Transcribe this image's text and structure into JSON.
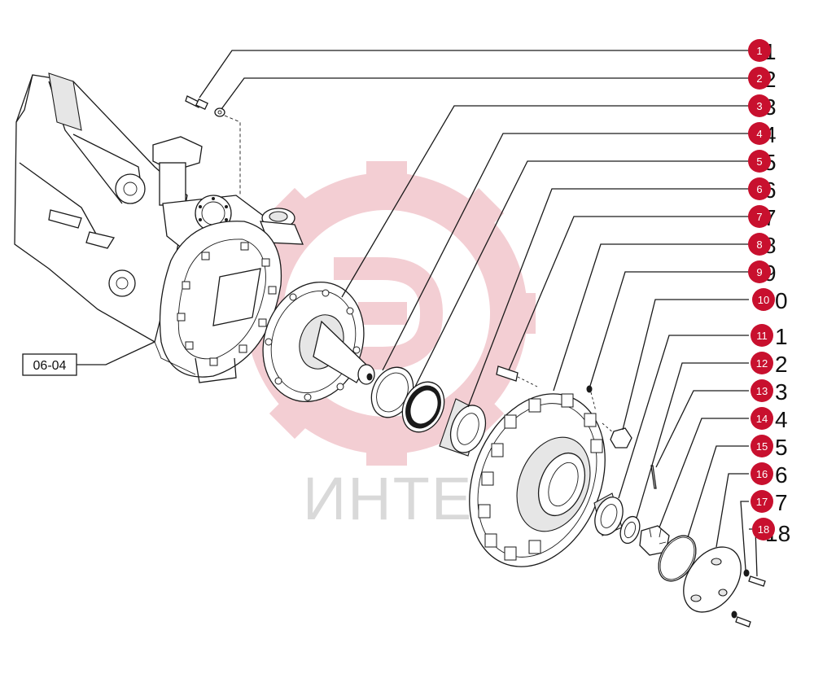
{
  "reference_box": {
    "label": "06-04"
  },
  "watermark": {
    "text": "ИНТЕК"
  },
  "colors": {
    "callout": "#c8102e",
    "watermark_logo": "#f2c9cf",
    "watermark_text": "#d9d9d9",
    "line": "#1a1a1a"
  },
  "callouts": [
    {
      "number": "1",
      "ghost": "1"
    },
    {
      "number": "2",
      "ghost": "2"
    },
    {
      "number": "3",
      "ghost": "3"
    },
    {
      "number": "4",
      "ghost": "4"
    },
    {
      "number": "5",
      "ghost": "5"
    },
    {
      "number": "6",
      "ghost": "6"
    },
    {
      "number": "7",
      "ghost": "7"
    },
    {
      "number": "8",
      "ghost": "8"
    },
    {
      "number": "9",
      "ghost": "9"
    },
    {
      "number": "10",
      "ghost": "0"
    },
    {
      "number": "11",
      "ghost": "1"
    },
    {
      "number": "12",
      "ghost": "2"
    },
    {
      "number": "13",
      "ghost": "3"
    },
    {
      "number": "14",
      "ghost": "4"
    },
    {
      "number": "15",
      "ghost": "5"
    },
    {
      "number": "16",
      "ghost": "6"
    },
    {
      "number": "17",
      "ghost": "7"
    },
    {
      "number": "18",
      "ghost": "18"
    }
  ]
}
